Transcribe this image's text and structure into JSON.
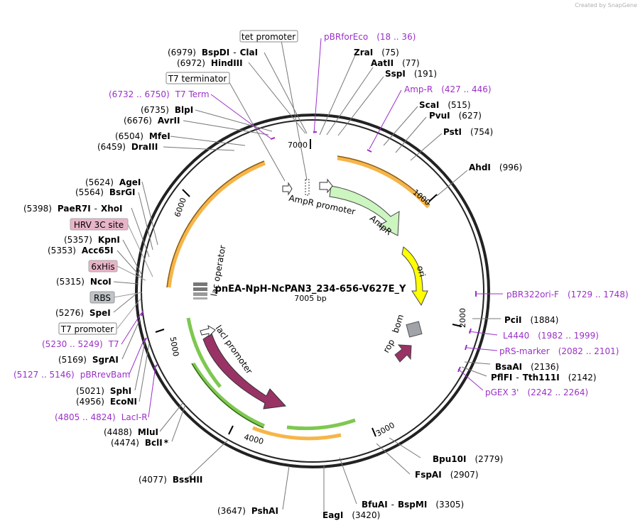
{
  "credit": "Created by SnapGene",
  "plasmid": {
    "name": "pnEA-NpH-NcPAN3_234-656-V627E_Y",
    "size": "7005 bp"
  },
  "ticks": [
    "1000",
    "2000",
    "3000",
    "4000",
    "5000",
    "6000",
    "7000"
  ],
  "feature_labels": {
    "ampr_promoter": "AmpR promoter",
    "ampr": "AmpR",
    "ori": "ori",
    "bom": "bom",
    "rop": "rop",
    "laci_promoter": "lacI promoter",
    "laci": "lacI",
    "lac_operator": "lac operator"
  },
  "sites_right": [
    {
      "name": "ZraI",
      "pos": "(75)"
    },
    {
      "name": "AatII",
      "pos": "(77)"
    },
    {
      "name": "SspI",
      "pos": "(191)"
    },
    {
      "name": "ScaI",
      "pos": "(515)"
    },
    {
      "name": "PvuI",
      "pos": "(627)"
    },
    {
      "name": "PstI",
      "pos": "(754)"
    },
    {
      "name": "AhdI",
      "pos": "(996)"
    },
    {
      "name": "PciI",
      "pos": "(1884)"
    },
    {
      "name": "BsaAI",
      "pos": "(2136)"
    },
    {
      "name": "PflFI",
      "sep": "-",
      "name2": "Tth111I",
      "pos": "(2142)"
    },
    {
      "name": "Bpu10I",
      "pos": "(2779)"
    },
    {
      "name": "FspAI",
      "pos": "(2907)"
    },
    {
      "name": "BfuAI",
      "sep": "-",
      "name2": "BspMI",
      "pos": "(3305)"
    },
    {
      "name": "EagI",
      "pos": "(3420)"
    }
  ],
  "sites_left": [
    {
      "pos": "(6979)",
      "name": "BspDI",
      "sep": "-",
      "name2": "ClaI"
    },
    {
      "pos": "(6972)",
      "name": "HindIII"
    },
    {
      "pos": "(6735)",
      "name": "BlpI"
    },
    {
      "pos": "(6676)",
      "name": "AvrII"
    },
    {
      "pos": "(6504)",
      "name": "MfeI"
    },
    {
      "pos": "(6459)",
      "name": "DraIII"
    },
    {
      "pos": "(5624)",
      "name": "AgeI"
    },
    {
      "pos": "(5564)",
      "name": "BsrGI"
    },
    {
      "pos": "(5398)",
      "name": "PaeR7I",
      "sep": "-",
      "name2": "XhoI"
    },
    {
      "pos": "(5357)",
      "name": "KpnI"
    },
    {
      "pos": "(5353)",
      "name": "Acc65I"
    },
    {
      "pos": "(5315)",
      "name": "NcoI"
    },
    {
      "pos": "(5276)",
      "name": "SpeI"
    },
    {
      "pos": "(5169)",
      "name": "SgrAI"
    },
    {
      "pos": "(5021)",
      "name": "SphI"
    },
    {
      "pos": "(4956)",
      "name": "EcoNI"
    },
    {
      "pos": "(4488)",
      "name": "MluI"
    },
    {
      "pos": "(4474)",
      "name": "BclI",
      "star": "*"
    },
    {
      "pos": "(4077)",
      "name": "BssHII"
    },
    {
      "pos": "(3647)",
      "name": "PshAI"
    }
  ],
  "primers": [
    {
      "name": "pBRforEco",
      "range": "(18 .. 36)"
    },
    {
      "name": "Amp-R",
      "range": "(427 .. 446)"
    },
    {
      "name": "pBR322ori-F",
      "range": "(1729 .. 1748)"
    },
    {
      "name": "L4440",
      "range": "(1982 .. 1999)"
    },
    {
      "name": "pRS-marker",
      "range": "(2082 .. 2101)"
    },
    {
      "name": "pGEX 3'",
      "range": "(2242 .. 2264)"
    },
    {
      "range": "(6732 .. 6750)",
      "name": "T7 Term"
    },
    {
      "range": "(5230 .. 5249)",
      "name": "T7"
    },
    {
      "range": "(5127 .. 5146)",
      "name": "pBRrevBam"
    },
    {
      "range": "(4805 .. 4824)",
      "name": "LacI-R"
    }
  ],
  "boxed_features": [
    {
      "name": "tet promoter"
    },
    {
      "name": "T7 terminator"
    },
    {
      "name": "HRV 3C site"
    },
    {
      "name": "6xHis"
    },
    {
      "name": "RBS"
    },
    {
      "name": "T7 promoter"
    }
  ],
  "colors": {
    "backbone": "#222222",
    "ampr": "#ccf5c0",
    "ori": "#ffff00",
    "laci": "#993366",
    "rop": "#993366",
    "bom": "#a0a4a8",
    "orange_arc": "#f7b548",
    "green_arc": "#7ec850",
    "primer": "#9b30c8",
    "pink_box": "#e8b4c8",
    "gray_box": "#c0c4c8"
  }
}
